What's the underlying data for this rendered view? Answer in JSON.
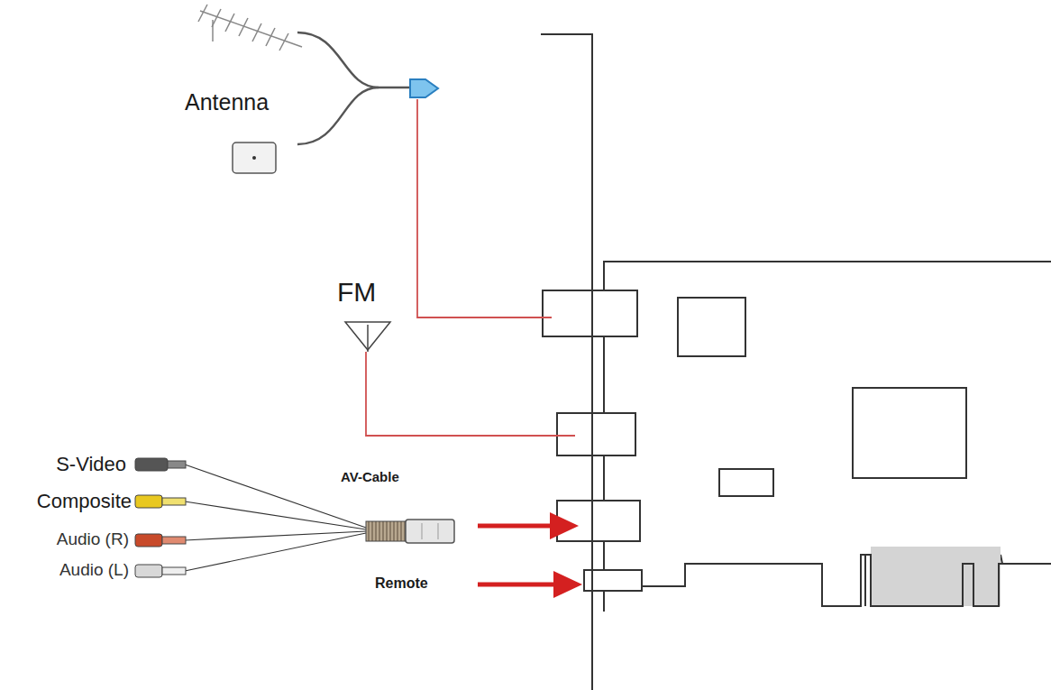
{
  "diagram": {
    "labels": [
      "Antenna",
      "FM",
      "S-Video",
      "Composite",
      "Audio (R)",
      "Audio (L)",
      "AV-Cable",
      "Remote"
    ]
  }
}
